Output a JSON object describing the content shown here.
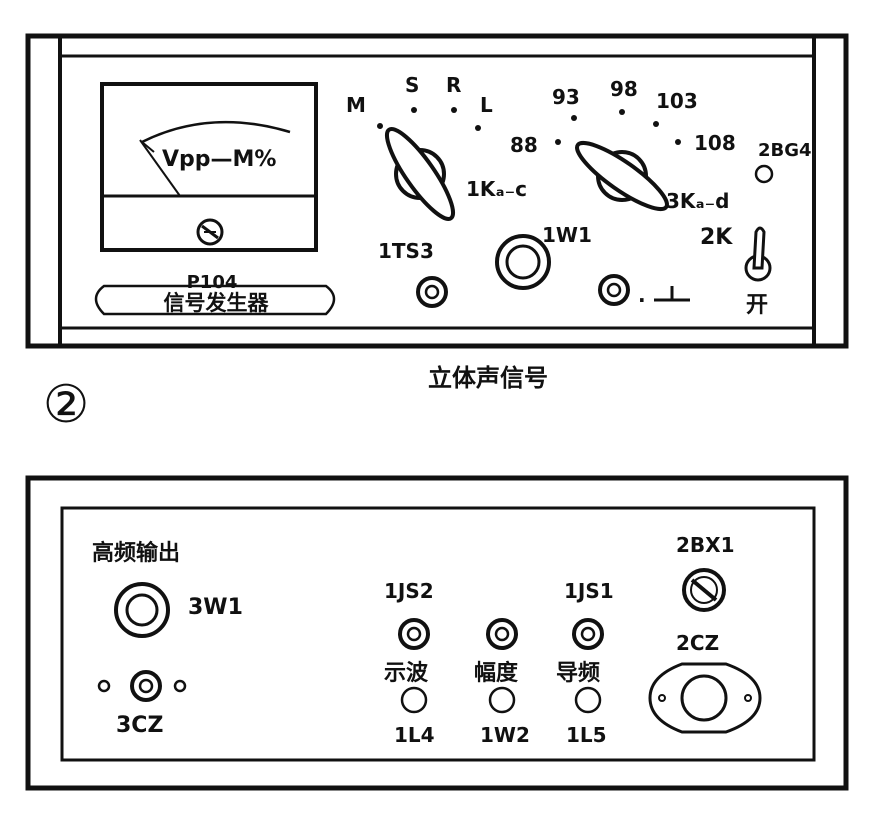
{
  "figure_number": "②",
  "top_panel": {
    "meter": {
      "scale_label": "Vpp—M%",
      "nameplate_model": "P104",
      "nameplate_name": "信号发生器"
    },
    "switch_1k": {
      "label": "1Kₐ₋c",
      "positions": [
        "M",
        "S",
        "R",
        "L"
      ]
    },
    "switch_3k": {
      "label": "3Kₐ₋d",
      "positions": [
        "88",
        "93",
        "98",
        "103",
        "108"
      ]
    },
    "indicator_2bg4": {
      "label": "2BG4"
    },
    "toggle_2k": {
      "label": "2K",
      "state_label": "开"
    },
    "jack_1ts3": {
      "label": "1TS3"
    },
    "knob_1w1": {
      "label": "1W1"
    },
    "ground_jack": {
      "label": "."
    },
    "caption": "立体声信号"
  },
  "bottom_panel": {
    "hf_output": {
      "title": "高频输出",
      "knob_label": "3W1"
    },
    "socket_3cz": {
      "label": "3CZ"
    },
    "jack_1js2": {
      "label": "1JS2",
      "function": "示波",
      "lamp_label": "1L4"
    },
    "jack_mid": {
      "function": "幅度",
      "lamp_label": "1W2"
    },
    "jack_1js1": {
      "label": "1JS1",
      "function": "导频",
      "lamp_label": "1L5"
    },
    "fuse_2bx1": {
      "label": "2BX1"
    },
    "socket_2cz": {
      "label": "2CZ"
    }
  },
  "colors": {
    "ink": "#111111",
    "paper": "#ffffff"
  }
}
